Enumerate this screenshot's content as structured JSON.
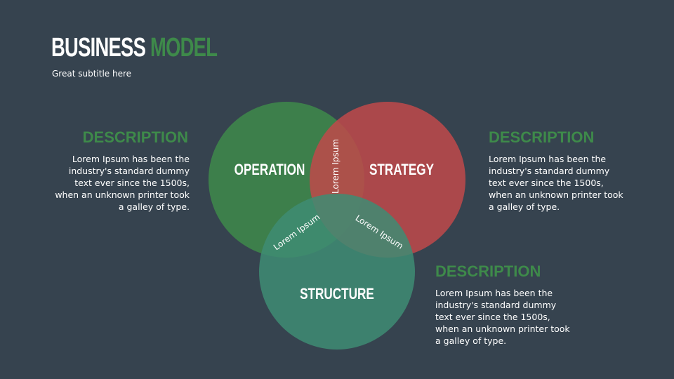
{
  "slide": {
    "title_main": "BUSINESS",
    "title_accent": "MODEL",
    "subtitle": "Great subtitle here"
  },
  "descriptions": [
    {
      "title": "DESCRIPTION",
      "text": "Lorem Ipsum has been the industry's standard dummy text ever since the 1500s, when an unknown printer took a galley of type."
    },
    {
      "title": "DESCRIPTION",
      "text": "Lorem Ipsum has been the industry's standard dummy text ever since the 1500s, when an unknown printer took a galley of type."
    },
    {
      "title": "DESCRIPTION",
      "text": "Lorem Ipsum has been the industry's standard dummy text ever since the 1500s, when an unknown printer took a galley of type."
    }
  ],
  "venn": {
    "circles": [
      {
        "label": "OPERATION",
        "color": "#3e8a4a"
      },
      {
        "label": "STRATEGY",
        "color": "#c0494a"
      },
      {
        "label": "STRUCTURE",
        "color": "#3e8c73"
      }
    ],
    "overlaps": {
      "operation_strategy": "Lorem Ipsum",
      "operation_structure": "Lorem Ipsum",
      "strategy_structure": "Lorem Ipsum"
    }
  },
  "colors": {
    "background": "#36434f",
    "accent": "#3e8a4a"
  }
}
